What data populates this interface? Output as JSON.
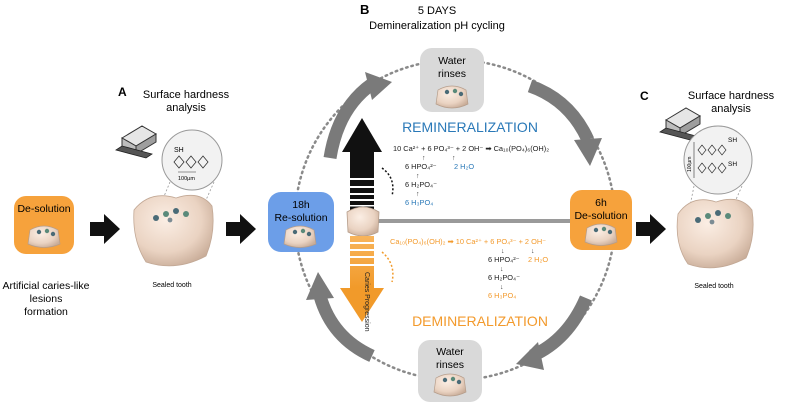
{
  "header": {
    "panel_b_letter": "B",
    "title_line1": "5 DAYS",
    "title_line2": "Demineralization pH cycling"
  },
  "panel_a": {
    "letter": "A",
    "hardness_line1": "Surface hardness",
    "hardness_line2": "analysis",
    "sh_label": "SH",
    "scale_label": "100µm",
    "desolution_label": "De-solution",
    "formation_line1": "Artificial caries-like",
    "formation_line2": "lesions",
    "formation_line3": "formation",
    "sealed_tooth": "Sealed tooth"
  },
  "cycle": {
    "water_top_line1": "Water",
    "water_top_line2": "rinses",
    "water_bottom_line1": "Water",
    "water_bottom_line2": "rinses",
    "resolution_line1": "18h",
    "resolution_line2": "Re-solution",
    "desolution_line1": "6h",
    "desolution_line2": "De-solution",
    "remineralization": "REMINERALIZATION",
    "demineralization": "DEMINERALIZATION",
    "caries_progression": "Caries Progression"
  },
  "reactions": {
    "remin_main": "10 Ca²⁺ + 6 PO₄³⁻ + 2 OH⁻ ➡ Ca₁₀(PO₄)₆(OH)₂",
    "remin_hpo4": "6 HPO₄²⁻",
    "remin_h2o": "2 H₂O",
    "remin_h2po4_black": "6 H₂PO₄⁻",
    "remin_h2po4_blue": "6 H₃PO₄",
    "demin_main": "Ca₁₀(PO₄)₆(OH)₂ ➡ 10 Ca²⁺ + 6 PO₄³⁻ + 2 OH⁻",
    "demin_hpo4": "6 HPO₄²⁻",
    "demin_h2o": "2 H₂O",
    "demin_h2po4_black": "6 H₂PO₄⁻",
    "demin_h2po4_orange": "6 H₃PO₄"
  },
  "panel_c": {
    "letter": "C",
    "hardness_line1": "Surface hardness",
    "hardness_line2": "analysis",
    "sh_label_top": "SH",
    "sh_label_bottom": "SH",
    "scale_label": "100µm",
    "sealed_tooth": "Sealed tooth"
  },
  "colors": {
    "orange": "#f6a23c",
    "blue": "#6c9ee8",
    "remin_text": "#2a79b8",
    "demin_text": "#f39a2c",
    "arrow_grey": "#7a7a7a",
    "water_box": "#d9d9d9"
  }
}
